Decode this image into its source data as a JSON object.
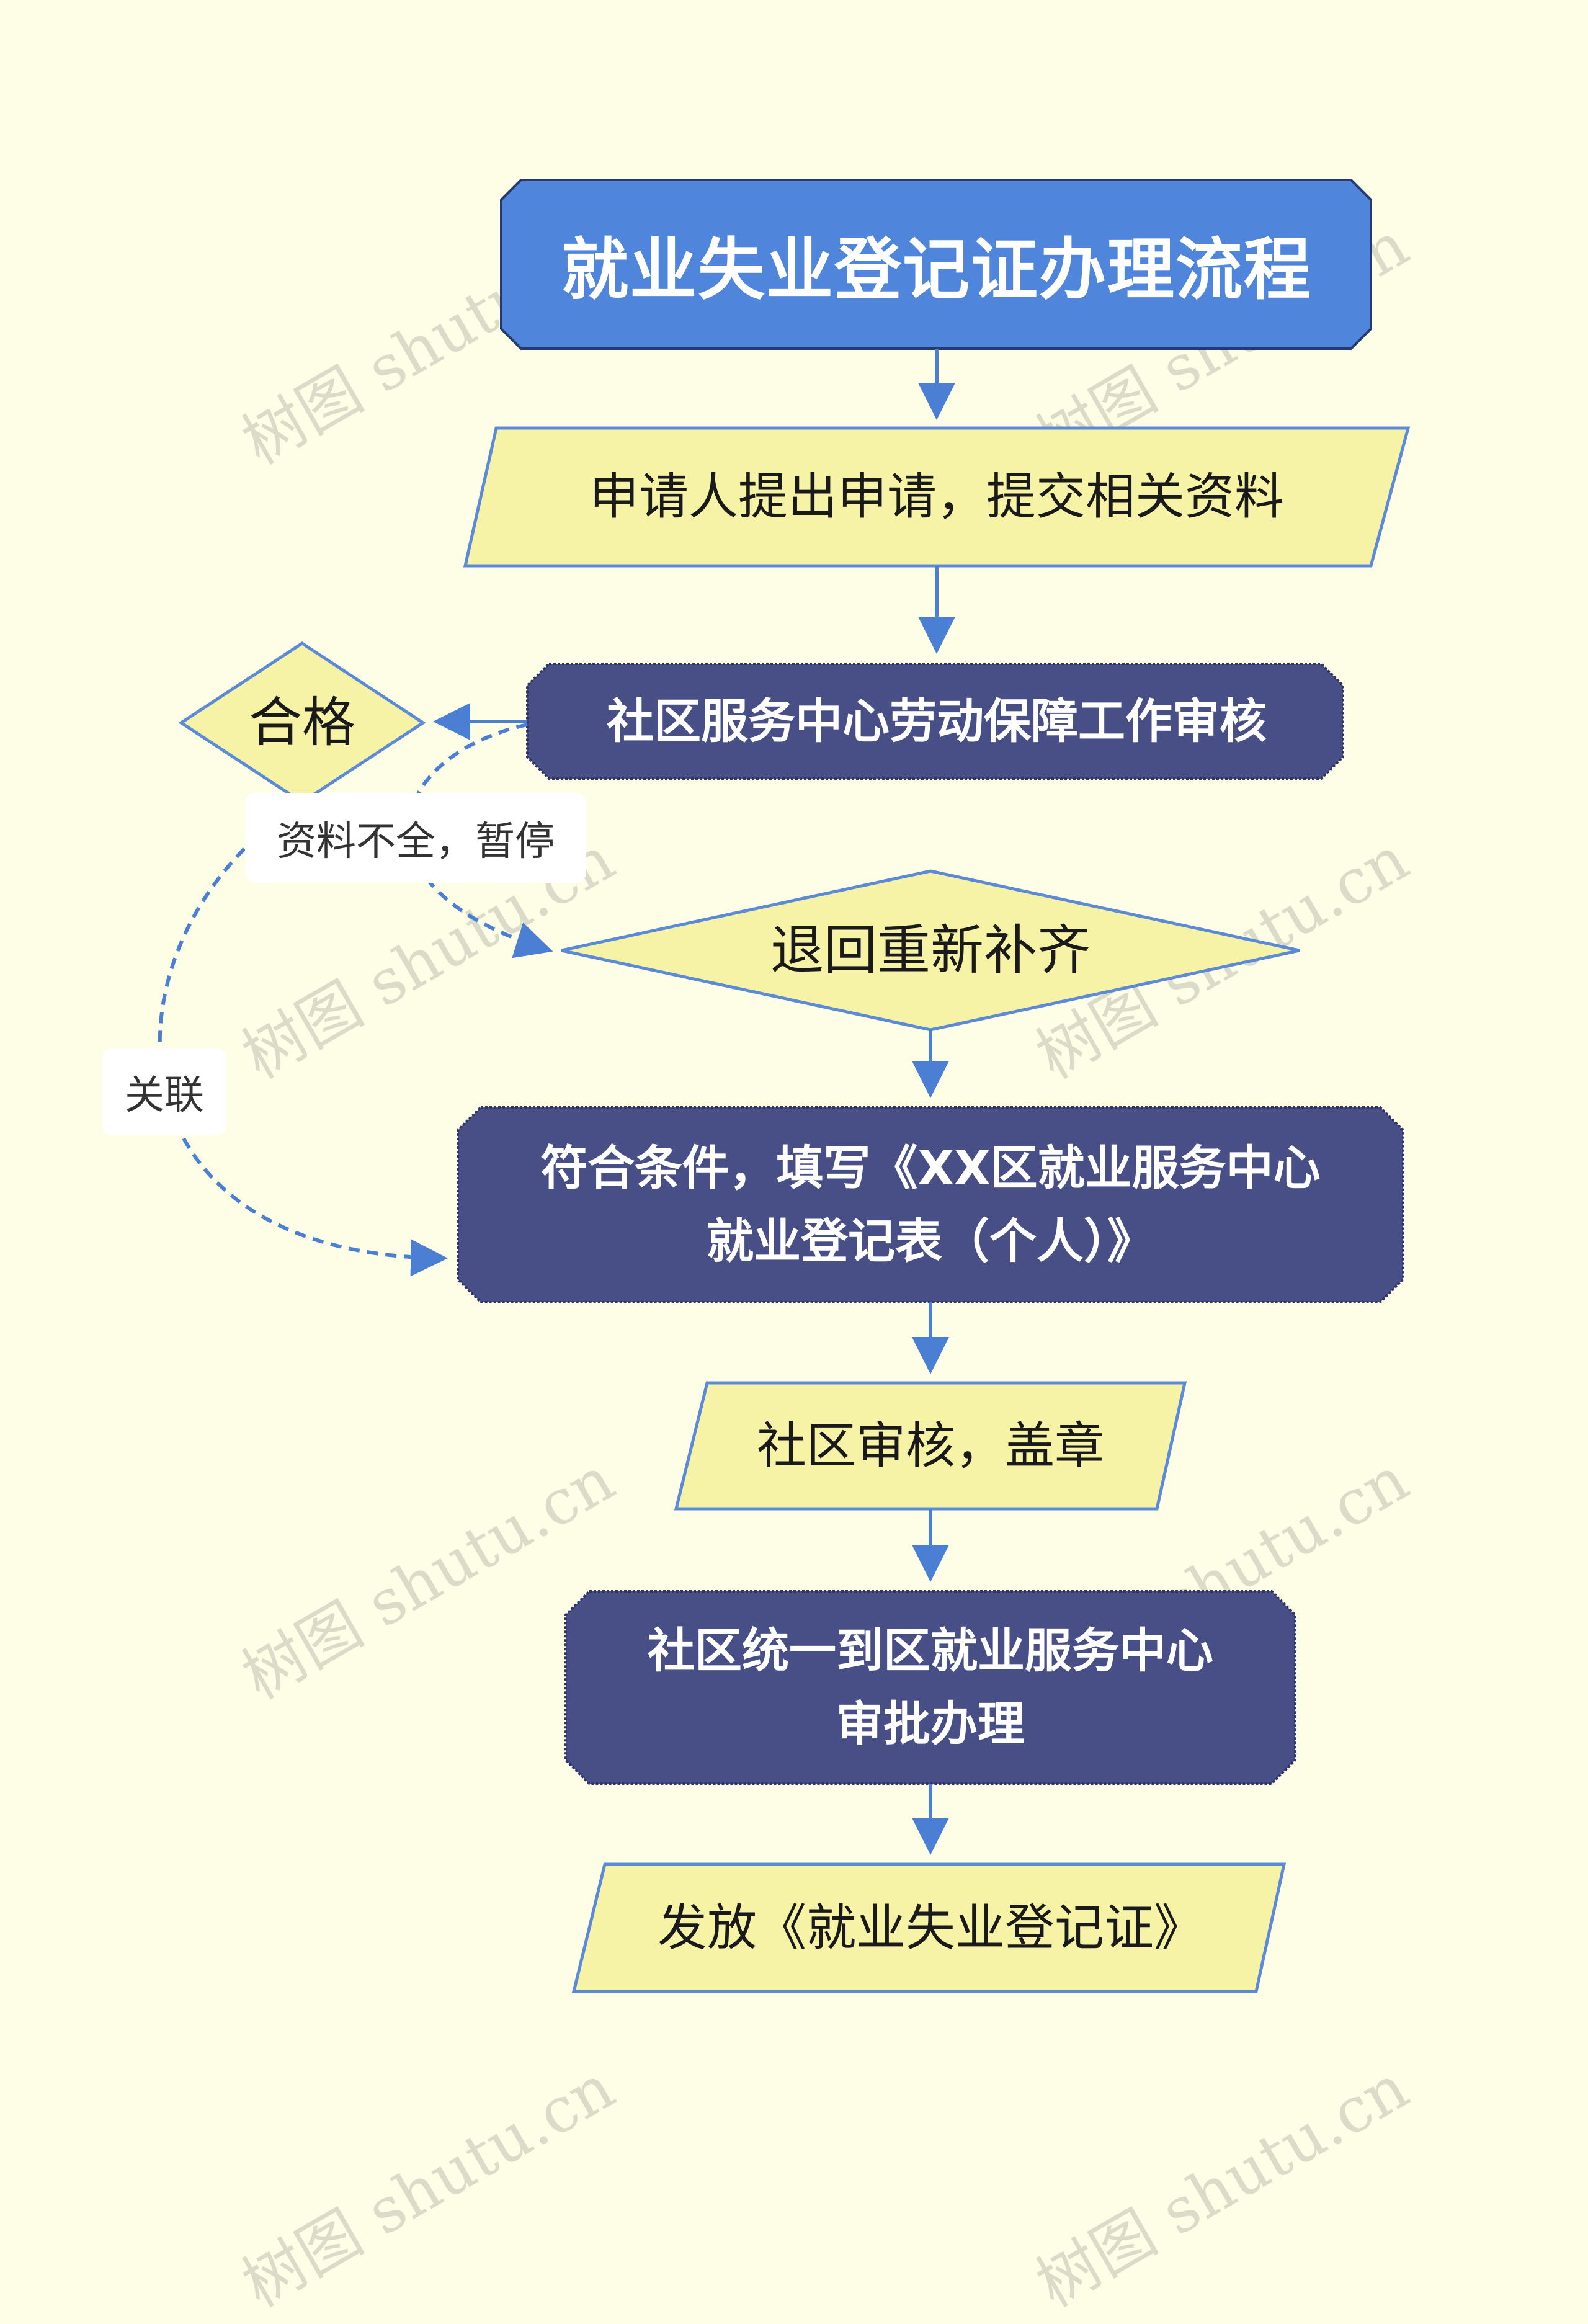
{
  "title": "就业失业登记证办理流程",
  "nodes": {
    "step1": "申请人提出申请，提交相关资料",
    "step2": "社区服务中心劳动保障工作审核",
    "qualified": "合格",
    "returned": "退回重新补齐",
    "step3_line1": "符合条件，填写《XX区就业服务中心",
    "step3_line2": "就业登记表（个人）》",
    "step4": "社区审核，盖章",
    "step5_line1": "社区统一到区就业服务中心",
    "step5_line2": "审批办理",
    "step6": "发放《就业失业登记证》"
  },
  "edge_labels": {
    "incomplete": "资料不全，暂停",
    "related": "关联"
  },
  "watermark": "树图 shutu.cn",
  "colors": {
    "background": "#fefee6",
    "title_fill": "#4f86dc",
    "dark_fill": "#474f86",
    "light_fill": "#f6f3a6",
    "connector": "#4a7fd4"
  }
}
